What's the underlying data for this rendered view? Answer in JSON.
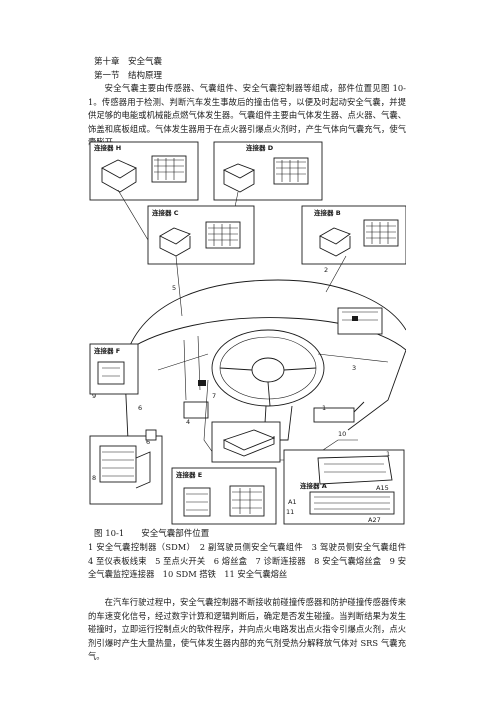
{
  "chapter": "第十章　安全气囊",
  "section": "第一节　结构原理",
  "intro": "安全气囊主要由传感器、气囊组件、安全气囊控制器等组成，部件位置见图 10-1。传感器用于检测、判断汽车发生事故后的撞击信号，以便及时起动安全气囊，并提供足够的电能或机械能点燃气体发生器。气囊组件主要由气体发生器、点火器、气囊、饰盖和底板组成。气体发生器用于在点火器引爆点火剂时，产生气体向气囊充气，使气囊膨开。",
  "figure": {
    "labels": {
      "conn_h": "连接器 H",
      "conn_d": "连接器 D",
      "conn_c": "连接器 C",
      "conn_b": "连接器 B",
      "conn_f": "连接器 F",
      "conn_a": "连接器 A",
      "conn_e": "连接器 E",
      "pin_a15": "A15",
      "pin_a1": "A1",
      "pin_a27": "A27",
      "pin_11": "11"
    },
    "numbers": [
      "1",
      "2",
      "3",
      "4",
      "5",
      "6",
      "7",
      "8",
      "9",
      "10"
    ],
    "caption": "图 10-1　　安全气囊部件位置",
    "legend": "1 安全气囊控制器（SDM）　2 副驾驶员侧安全气囊组件　3 驾驶员侧安全气囊组件　4 至仪表板线束　5 至点火开关　6 熔丝盒　7 诊断连接器　8 安全气囊熔丝盒　9 安全气囊监控连接器　10 SDM 搭铁　11 安全气囊熔丝"
  },
  "body2": "在汽车行驶过程中，安全气囊控制器不断接收前碰撞传感器和防护碰撞传感器传来的车速变化信号，经过数字计算和逻辑判断后，确定是否发生碰撞。当判断结果为发生碰撞时，立即运行控制点火的软件程序，并向点火电路发出点火指令引爆点火剂，点火剂引爆时产生大量热量，使气体发生器内部的充气剂受热分解释放气体对 SRS 气囊充气。"
}
